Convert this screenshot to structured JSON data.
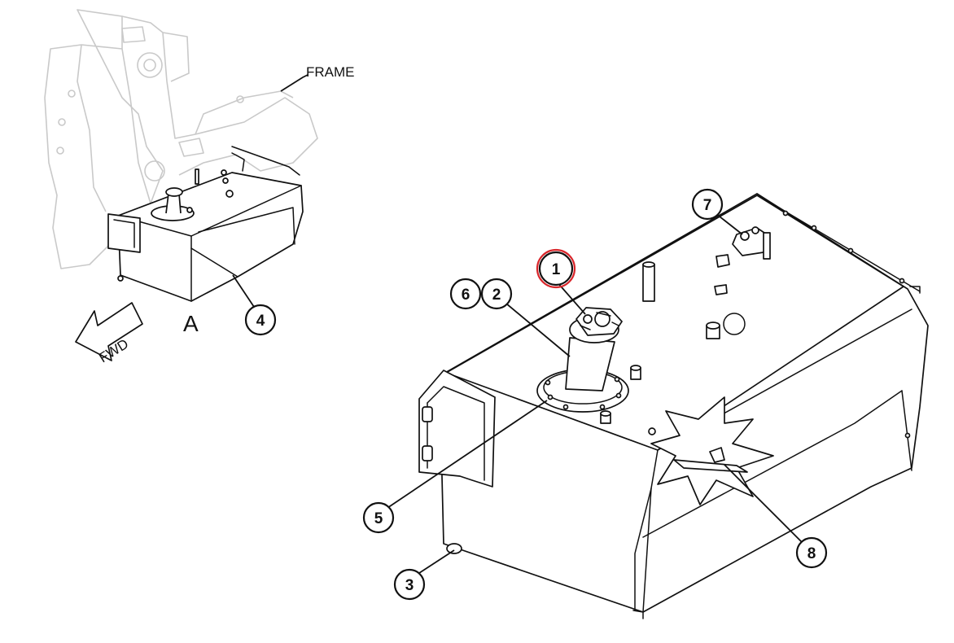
{
  "labels": {
    "frame": "FRAME",
    "view": "A",
    "direction": "FWD"
  },
  "callouts": [
    {
      "id": "1",
      "label": "1",
      "highlighted": true
    },
    {
      "id": "2",
      "label": "2",
      "highlighted": false
    },
    {
      "id": "3",
      "label": "3",
      "highlighted": false
    },
    {
      "id": "4",
      "label": "4",
      "highlighted": false
    },
    {
      "id": "5",
      "label": "5",
      "highlighted": false
    },
    {
      "id": "6",
      "label": "6",
      "highlighted": false
    },
    {
      "id": "7",
      "label": "7",
      "highlighted": false
    },
    {
      "id": "8",
      "label": "8",
      "highlighted": false
    }
  ],
  "colors": {
    "ink": "#111111",
    "ghost": "#c9c9c9",
    "highlight": "#d9262b",
    "background": "#ffffff"
  }
}
